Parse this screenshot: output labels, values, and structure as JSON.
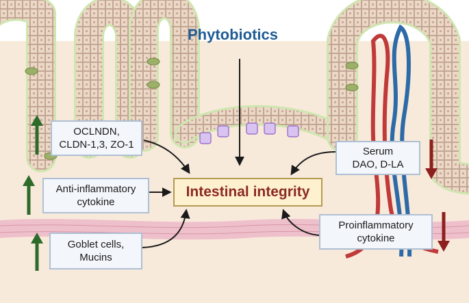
{
  "title": "Phytobiotics",
  "center_label": "Intestinal integrity",
  "boxes": {
    "tight_junction": {
      "line1": "OCLNDN,",
      "line2": "CLDN-1,3, ZO-1"
    },
    "anti_inflammatory": {
      "line1": "Anti-inflammatory",
      "line2": "cytokine"
    },
    "goblet": {
      "line1": "Goblet cells,",
      "line2": "Mucins"
    },
    "serum": {
      "line1": "Serum",
      "line2": "DAO, D-LA"
    },
    "proinflammatory": {
      "line1": "Proinflammatory",
      "line2": "cytokine"
    }
  },
  "indicators": [
    {
      "target": "tight_junction",
      "direction": "up",
      "color": "#2e6b2a"
    },
    {
      "target": "anti_inflammatory",
      "direction": "up",
      "color": "#2e6b2a"
    },
    {
      "target": "goblet",
      "direction": "up",
      "color": "#2e6b2a"
    },
    {
      "target": "serum",
      "direction": "down",
      "color": "#8e1f1f"
    },
    {
      "target": "proinflammatory",
      "direction": "down",
      "color": "#8e1f1f"
    }
  ],
  "colors": {
    "tissue_background": "#f8eadb",
    "epithelium_outline": "#cfe6b0",
    "cell_fill": "#ecd8c7",
    "vein": "#2c6aa8",
    "artery": "#c03a3a",
    "muscle_band": "#eec0cb"
  }
}
